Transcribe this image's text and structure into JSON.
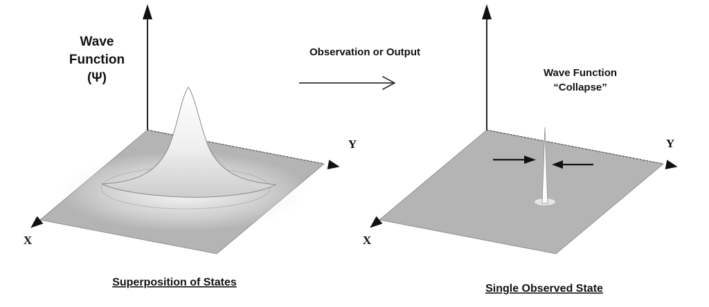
{
  "diagram": {
    "left": {
      "title_lines": [
        "Wave",
        "Function",
        "(Ψ)"
      ],
      "y_label": "Y",
      "x_label": "X",
      "caption": "Superposition of States"
    },
    "transition": {
      "label": "Observation or Output"
    },
    "right": {
      "title_lines": [
        "Wave Function",
        "“Collapse”"
      ],
      "y_label": "Y",
      "x_label": "X",
      "caption": "Single Observed State"
    },
    "colors": {
      "plane": "#b4b4b4",
      "ink": "#111111",
      "surface_light": "#ffffff"
    }
  }
}
